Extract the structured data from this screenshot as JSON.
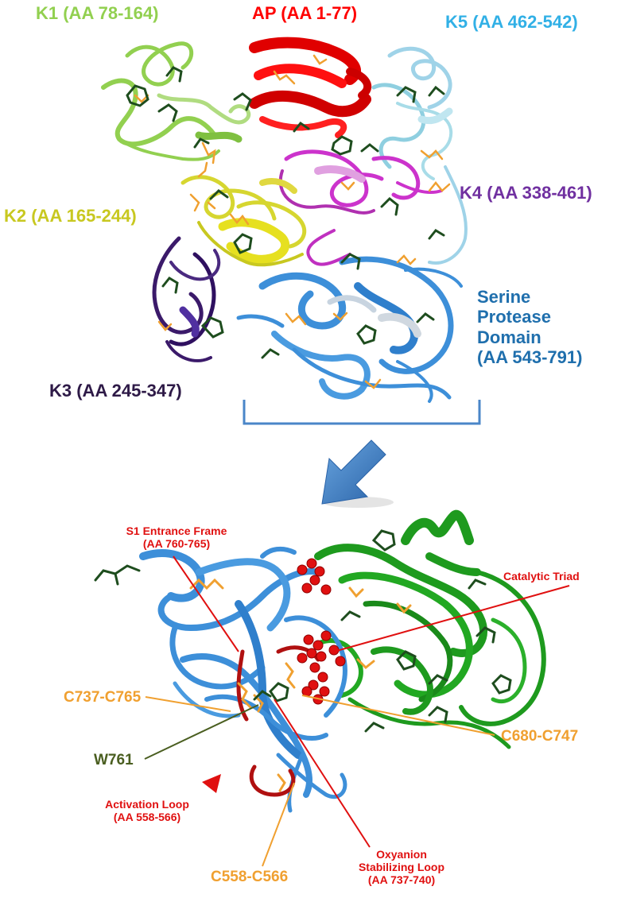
{
  "colors": {
    "k1": "#92d050",
    "ap": "#ff0000",
    "k5": "#31b0e6",
    "k4": "#7030a0",
    "k2": "#c8c820",
    "k3": "#2e1a47",
    "serine": "#1f6fad",
    "ribbon_blue": "#3d8fd9",
    "ribbon_green": "#1e9a1e",
    "disulfide": "#f0a030",
    "sidechain": "#1e4d1e",
    "annot_red": "#e01010",
    "w761": "#4a5e20"
  },
  "domains": {
    "k1": "K1 (AA 78-164)",
    "ap": "AP (AA 1-77)",
    "k5": "K5 (AA 462-542)",
    "k4": "K4 (AA 338-461)",
    "k2": "K2 (AA 165-244)",
    "k3": "K3 (AA 245-347)",
    "serine": [
      "Serine",
      "Protease",
      "Domain",
      "(AA 543-791)"
    ]
  },
  "annotations": {
    "s1_entrance": [
      "S1 Entrance Frame",
      "(AA 760-765)"
    ],
    "catalytic_triad": "Catalytic Triad",
    "c737_c765": "C737-C765",
    "c680_c747": "C680-C747",
    "w761": "W761",
    "activation_loop": [
      "Activation Loop",
      "(AA 558-566)"
    ],
    "oxyanion": [
      "Oxyanion",
      "Stabilizing Loop",
      "(AA 737-740)"
    ],
    "c558_c566": "C558-C566"
  },
  "icons": [
    "zoom-arrow-icon",
    "activation-triangle-icon"
  ]
}
